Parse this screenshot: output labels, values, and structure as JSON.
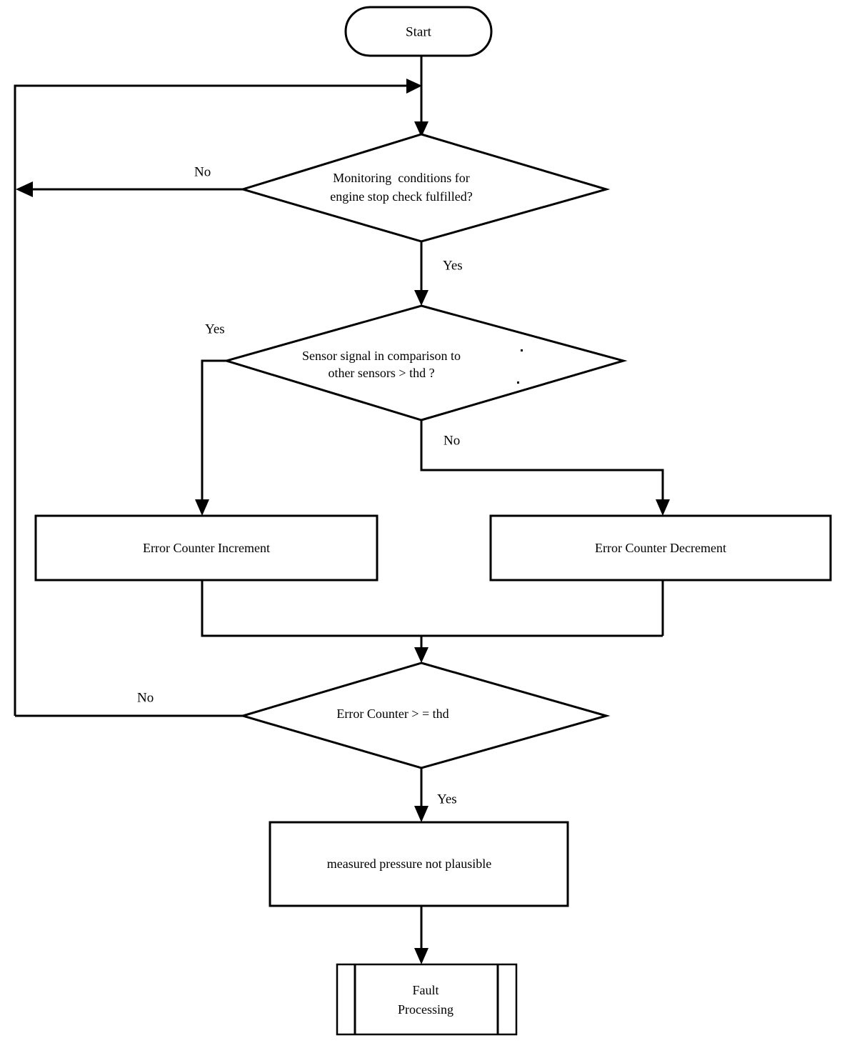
{
  "diagram": {
    "title": "Engine stop check sensor plausibility flowchart",
    "type": "flowchart",
    "background_color": "#ffffff",
    "line_color": "#000000",
    "text_color": "#000000"
  },
  "nodes": {
    "start": {
      "label": "Start",
      "shape": "terminator"
    },
    "decision_monitoring": {
      "line1": "Monitoring  conditions for",
      "line2": "engine stop check fulfilled?",
      "shape": "decision"
    },
    "decision_sensor": {
      "line1": "Sensor signal in comparison to",
      "line2": "other sensors > thd ?",
      "shape": "decision"
    },
    "process_increment": {
      "label": "Error Counter Increment",
      "shape": "process"
    },
    "process_decrement": {
      "label": "Error Counter Decrement",
      "shape": "process"
    },
    "decision_counter": {
      "line1": "Error Counter > = thd",
      "shape": "decision"
    },
    "process_not_plausible": {
      "label": "measured pressure not plausible",
      "shape": "process"
    },
    "fault_processing": {
      "line1": "Fault",
      "line2": "Processing",
      "shape": "predefined-process"
    }
  },
  "edge_labels": {
    "monitoring_no": "No",
    "monitoring_yes": "Yes",
    "sensor_yes": "Yes",
    "sensor_no": "No",
    "counter_no": "No",
    "counter_yes": "Yes"
  }
}
